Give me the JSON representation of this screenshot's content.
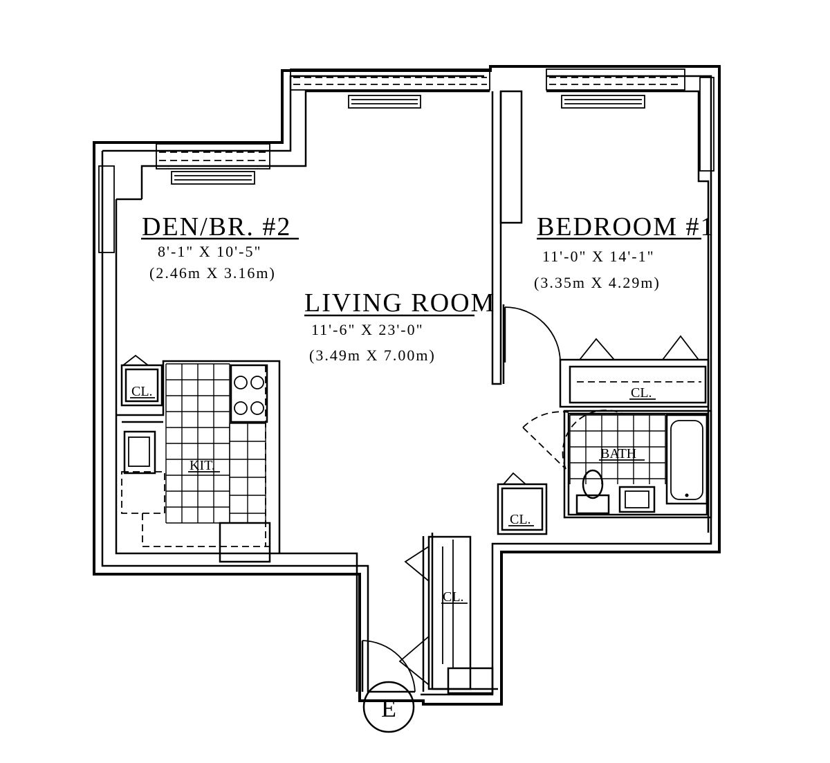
{
  "rooms": {
    "den": {
      "name": "DEN/BR. #2",
      "dim_imperial": "8'-1\"  X  10'-5\"",
      "dim_metric": "(2.46m  X  3.16m)"
    },
    "living": {
      "name": "LIVING  ROOM",
      "dim_imperial": "11'-6\"  X  23'-0\"",
      "dim_metric": "(3.49m  X  7.00m)"
    },
    "bedroom": {
      "name": "BEDROOM  #1",
      "dim_imperial": "11'-0\"  X  14'-1\"",
      "dim_metric": "(3.35m  X  4.29m)"
    },
    "kitchen": {
      "name": "KIT."
    },
    "bath": {
      "name": "BATH"
    }
  },
  "closets": {
    "den_closet": "CL.",
    "bedroom_closet": "CL.",
    "hall_closet": "CL.",
    "entry_closet": "CL."
  },
  "entry": {
    "label": "E"
  },
  "colors": {
    "ink": "#000000",
    "paper": "#ffffff"
  }
}
